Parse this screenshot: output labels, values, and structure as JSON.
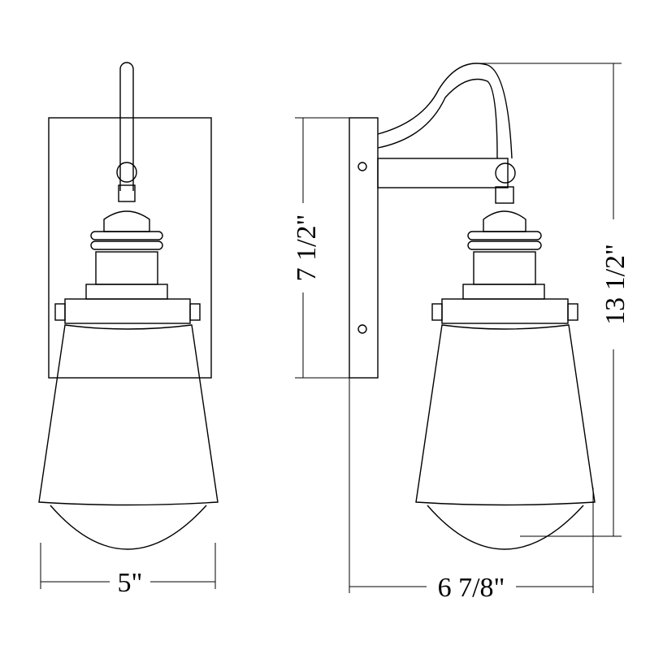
{
  "dimensions": {
    "width_front": "5\"",
    "backplate_height": "7 1/2\"",
    "total_height": "13 1/2\"",
    "extension": "6 7/8\""
  }
}
